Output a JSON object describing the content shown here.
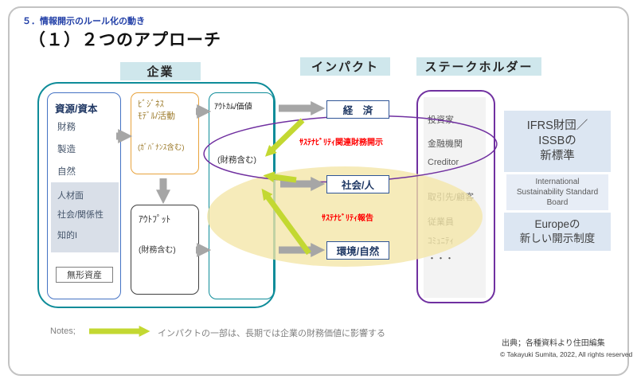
{
  "page": {
    "section_label": "５．情報開示のルール化の動き",
    "title": "（１）２つのアプローチ"
  },
  "headers": {
    "company": "企業",
    "impact": "インパクト",
    "stakeholder": "ステークホルダー"
  },
  "resources": {
    "title": "資源/資本",
    "items": [
      "財務",
      "製造",
      "自然"
    ],
    "shaded_items": [
      "人材面",
      "社会/関係性",
      "知的I"
    ],
    "intangible": "無形資産"
  },
  "business_model": {
    "text": "ﾋﾞｼﾞﾈｽ\nﾓﾃﾞﾙ/活動",
    "note": "(ｶﾞﾊﾞﾅﾝｽ含む)"
  },
  "output_box": {
    "title": "ｱｳﾄﾌﾟｯﾄ",
    "note": "(財務含む)"
  },
  "outcome_box": {
    "title": "ｱｳﾄｶﾑ/価値",
    "note": "(財務含む)"
  },
  "impacts": {
    "economy": "経　済",
    "society": "社会/人",
    "environment": "環境/自然",
    "financial_disclosure_label": "ｻｽﾃﾅﾋﾞﾘﾃｨ関連財務開示",
    "sustainability_report_label": "ｻｽﾃﾅﾋﾞﾘﾃｨ報告"
  },
  "stakeholders": {
    "items": [
      "投資家",
      "金融機関",
      "Creditor",
      "取引先/顧客",
      "従業員",
      "ｺﾐｭﾆﾃｨ",
      "・・・"
    ]
  },
  "right_panels": {
    "ifrs": "IFRS財団／\nISSBの\n新標準",
    "issb_full": "International\nSustainability Standard\nBoard",
    "europe": "Europeの\n新しい開示制度"
  },
  "notes": {
    "label": "Notes;",
    "text": "インパクトの一部は、長期では企業の財務価値に影響する"
  },
  "footer": {
    "source": "出典；各種資料より住田編集",
    "copyright": "©  Takayuki Sumita, 2022, All rights reserved"
  },
  "colors": {
    "teal": "#0e8c99",
    "blue": "#4472c4",
    "orange": "#e8a33d",
    "purple": "#7030a0",
    "red": "#ff0000",
    "chip_bg": "#cfe7ec",
    "panel_bg": "#dce6f2",
    "panel_bg_light": "#e7edf6",
    "arrow_gray": "#a6a6a6",
    "arrow_green": "#c3d832",
    "shaded_bg": "#d9dfe8",
    "ellipse_yellow": "#f3e5a6"
  }
}
